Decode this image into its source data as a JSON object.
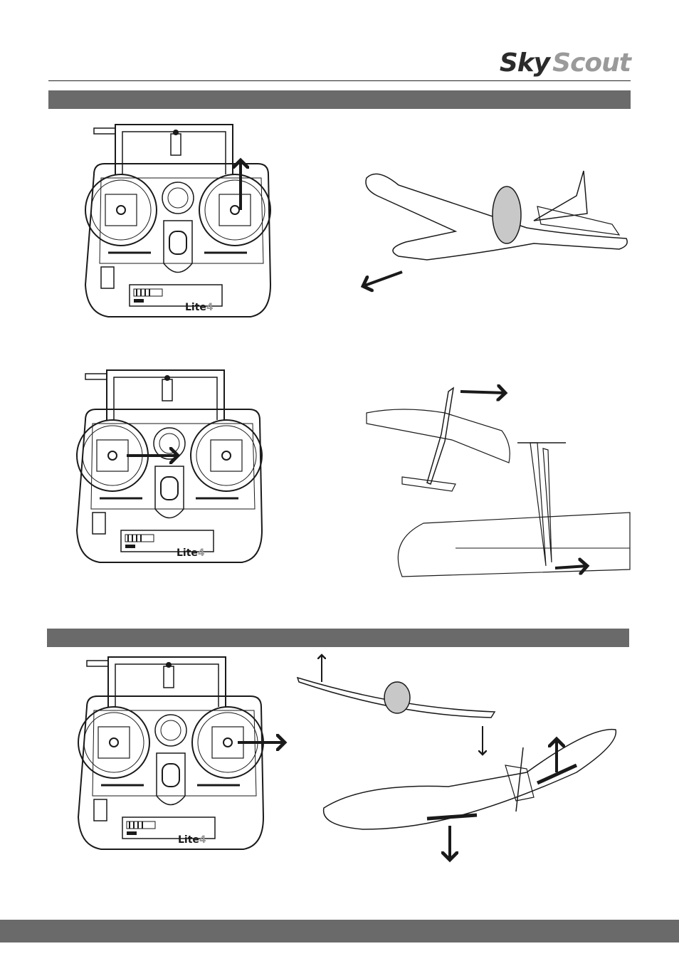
{
  "header": {
    "logo_word1": "Sky",
    "logo_word2": "Scout"
  },
  "transmitter": {
    "brand_label": "Lite",
    "brand_number": "4"
  },
  "colors": {
    "section_bar": "#6a6a6a",
    "line_art": "#1a1a1a",
    "logo_gray": "#9a9a9a"
  },
  "icons": [
    "transmitter",
    "airplane-illustration",
    "arrow"
  ]
}
